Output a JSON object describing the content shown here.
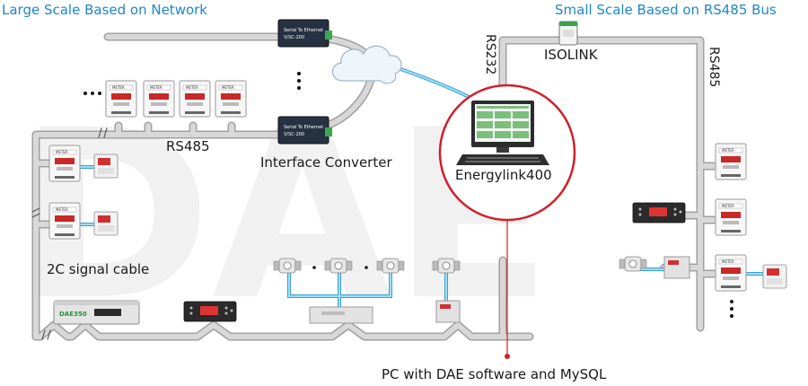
{
  "headings": {
    "large_scale": "Large Scale Based on Network",
    "small_scale": "Small Scale Based on RS485 Bus"
  },
  "labels": {
    "rs485_left": "RS485",
    "rs485_right": "RS485",
    "rs232": "RS232",
    "isolink": "ISOLINK",
    "interface_converter": "Interface Converter",
    "energylink": "Energylink400",
    "signal_cable": "2C signal cable",
    "pc_caption": "PC with DAE software and MySQL"
  },
  "device_text": {
    "converter_line1": "Serial To Ethernet",
    "converter_line2": "V/SC-200",
    "meter_title": "METER",
    "din_panel_brand": "DAE350"
  },
  "colors": {
    "heading": "#1f86c8",
    "cable": "#d6d6d6",
    "cable_edge": "#9a9a9a",
    "signal_line": "#6cc8ea",
    "highlight_circle": "#d0202a",
    "text": "#1a1a1a"
  },
  "icons": [
    "cloud-icon",
    "pc-icon",
    "meter-icon",
    "converter-icon",
    "isolink-icon",
    "flow-meter-icon",
    "display-unit-icon"
  ]
}
